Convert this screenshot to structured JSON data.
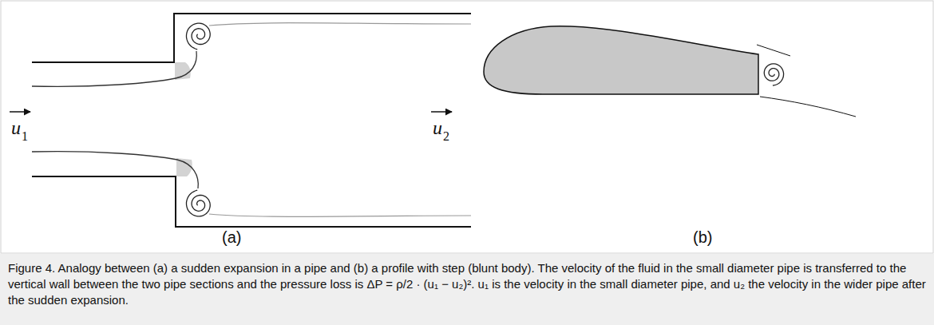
{
  "diagram": {
    "caption": "Figure 4. Analogy between (a) a sudden expansion in a pipe and (b) a profile with step (blunt body). The velocity of the fluid in the small diameter pipe is transferred to the vertical wall between the two pipe sections and the pressure loss is ΔP = ρ/2 · (u₁ − u₂)². u₁ is the velocity in the small diameter pipe, and u₂ the velocity in the wider pipe after the sudden expansion.",
    "labels": [
      "u",
      "1",
      "u",
      "2",
      "(a)",
      "(b)"
    ]
  }
}
